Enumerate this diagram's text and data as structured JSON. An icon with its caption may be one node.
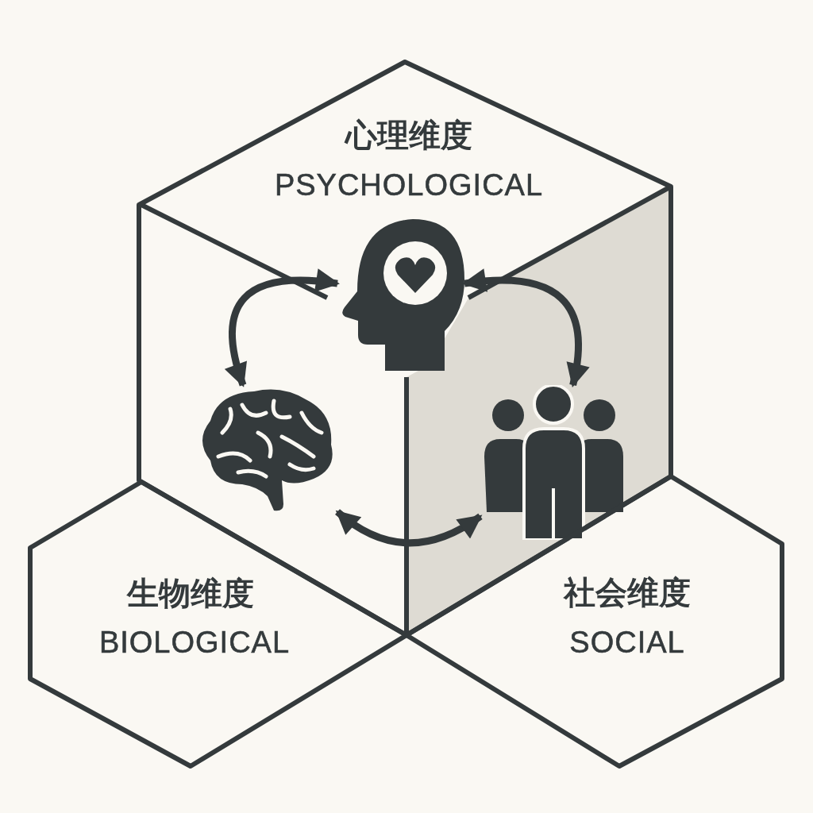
{
  "diagram": {
    "nodes": [
      {
        "text": [
          "心理维度",
          "PSYCHOLOGICAL"
        ]
      },
      {
        "text": [
          "生物维度",
          "BIOLOGICAL"
        ]
      },
      {
        "text": [
          "社会维度",
          "SOCIAL"
        ]
      },
      {
        "text": [],
        "shape": "picture",
        "in": 0
      },
      {
        "text": [],
        "shape": "picture",
        "in": 0
      },
      {
        "text": [],
        "shape": "picture",
        "in": 0
      }
    ],
    "edges": [
      {
        "from": 3,
        "to": 4,
        "arrow": "both"
      },
      {
        "from": 3,
        "to": 5,
        "arrow": "both"
      },
      {
        "from": 4,
        "to": 5,
        "arrow": "both"
      }
    ]
  }
}
